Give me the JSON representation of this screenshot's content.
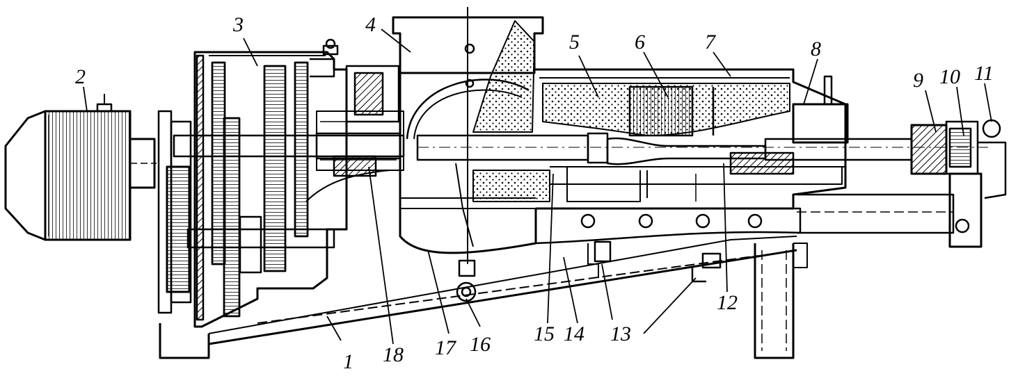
{
  "diagram": {
    "callout_labels": [
      "1",
      "2",
      "3",
      "4",
      "5",
      "6",
      "7",
      "8",
      "9",
      "10",
      "11",
      "12",
      "13",
      "14",
      "15",
      "16",
      "17",
      "18"
    ]
  },
  "colors": {
    "ink": "#000000",
    "background": "#ffffff"
  }
}
